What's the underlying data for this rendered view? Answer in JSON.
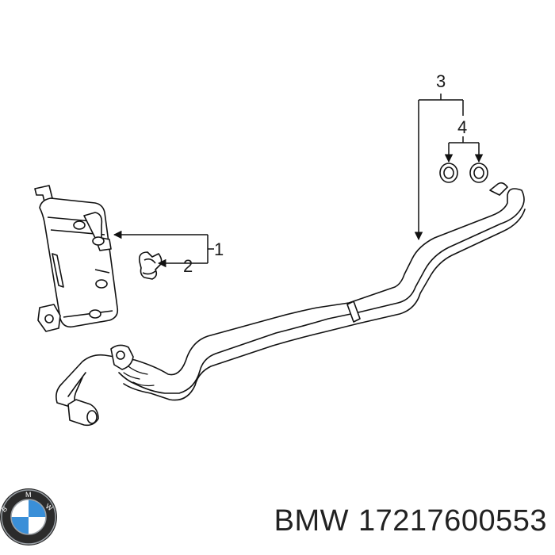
{
  "diagram": {
    "callouts": {
      "c1": "1",
      "c2": "2",
      "c3": "3",
      "c4": "4"
    }
  },
  "footer": {
    "brand": "BMW",
    "part_number": "17217600553",
    "logo_icon": "bmw-roundel-icon",
    "logo_colors": {
      "blue": "#3a8fd8",
      "white": "#ffffff",
      "ring": "#2b2b2b",
      "chrome": "#9aa0a6"
    }
  }
}
